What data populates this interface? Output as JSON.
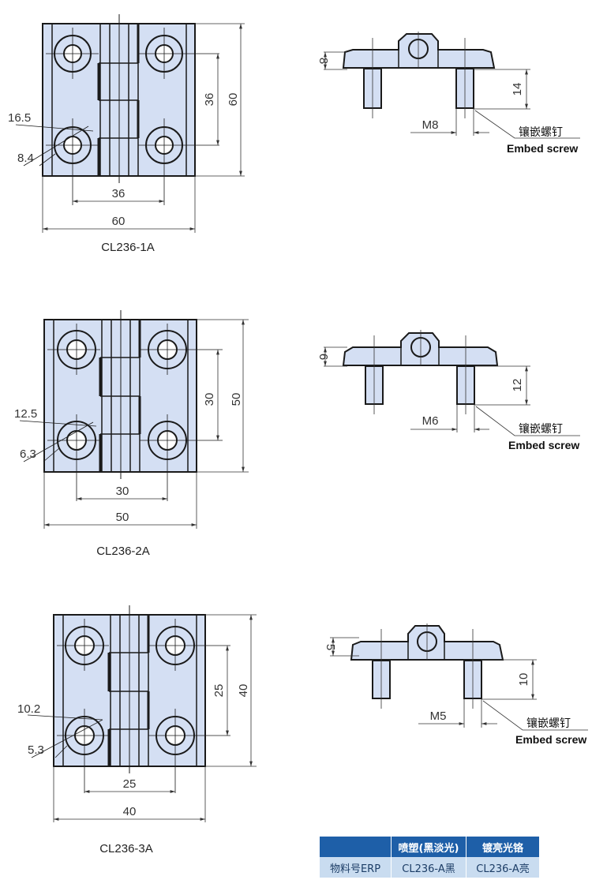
{
  "colors": {
    "part_fill": "#d4dff3",
    "line": "#1a1a1a",
    "dim_line": "#333333",
    "table_header": "#1e5fa8",
    "table_row": "#c9dcf0"
  },
  "views": [
    {
      "model": "CL236-1A",
      "width": "60",
      "height": "60",
      "hole_spacing_h": "36",
      "hole_spacing_v": "36",
      "counterbore_dia": "16.5",
      "hole_dia": "8.4",
      "side": {
        "thickness": "8",
        "screw_length": "14",
        "thread": "M8",
        "label_cn": "镶嵌螺钉",
        "label_en": "Embed screw"
      }
    },
    {
      "model": "CL236-2A",
      "width": "50",
      "height": "50",
      "hole_spacing_h": "30",
      "hole_spacing_v": "30",
      "counterbore_dia": "12.5",
      "hole_dia": "6.3",
      "side": {
        "thickness": "6",
        "screw_length": "12",
        "thread": "M6",
        "label_cn": "镶嵌螺钉",
        "label_en": "Embed screw"
      }
    },
    {
      "model": "CL236-3A",
      "width": "40",
      "height": "40",
      "hole_spacing_h": "25",
      "hole_spacing_v": "25",
      "counterbore_dia": "10.2",
      "hole_dia": "5.3",
      "side": {
        "thickness": "5",
        "screw_length": "10",
        "thread": "M5",
        "label_cn": "镶嵌螺钉",
        "label_en": "Embed screw"
      }
    }
  ],
  "table": {
    "headers": [
      "",
      "喷塑(黑淡光)",
      "镀亮光铬"
    ],
    "rows": [
      [
        "物料号ERP",
        "CL236-A黑",
        "CL236-A亮"
      ]
    ]
  }
}
